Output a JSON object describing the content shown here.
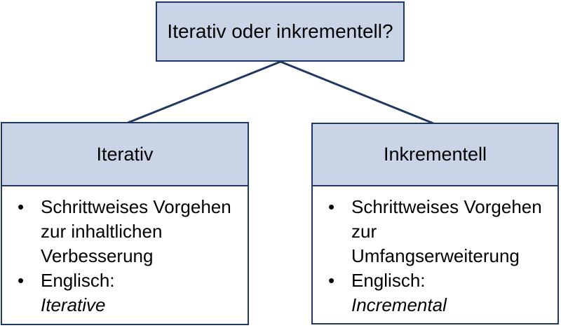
{
  "diagram": {
    "root": {
      "title": "Iterativ oder inkrementell?"
    },
    "bullet_glyph": "•",
    "left": {
      "header": "Iterativ",
      "bullet1": "Schrittweises Vorgehen\nzur inhaltlichen\nVerbesserung",
      "bullet2_label": "Englisch:",
      "bullet2_term": "Iterative"
    },
    "right": {
      "header": "Inkrementell",
      "bullet1": "Schrittweises Vorgehen\nzur\nUmfangserweiterung",
      "bullet2_label": "Englisch:",
      "bullet2_term": "Incremental"
    },
    "colors": {
      "node_fill": "#c9d4e6",
      "node_border": "#1f3864",
      "connector": "#1f3864",
      "text": "#000000"
    }
  }
}
